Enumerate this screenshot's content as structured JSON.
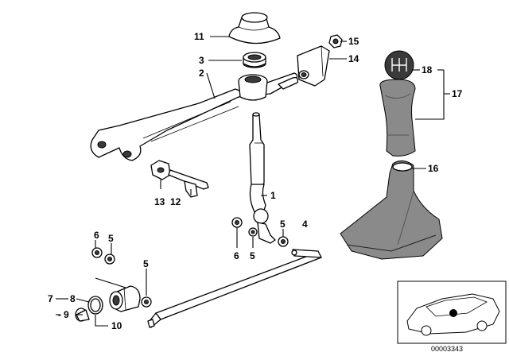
{
  "diagram": {
    "labels": {
      "l1": "1",
      "l2": "2",
      "l3": "3",
      "l4": "4",
      "l5a": "5",
      "l5b": "5",
      "l5c": "5",
      "l5d": "5",
      "l6a": "6",
      "l6b": "6",
      "l7": "7",
      "l8": "8",
      "l9": "9",
      "l10": "10",
      "l11": "11",
      "l12": "12",
      "l13": "13",
      "l14": "14",
      "l15": "15",
      "l16": "16",
      "l17": "17",
      "l18": "18"
    },
    "doc_id": "00003343"
  }
}
